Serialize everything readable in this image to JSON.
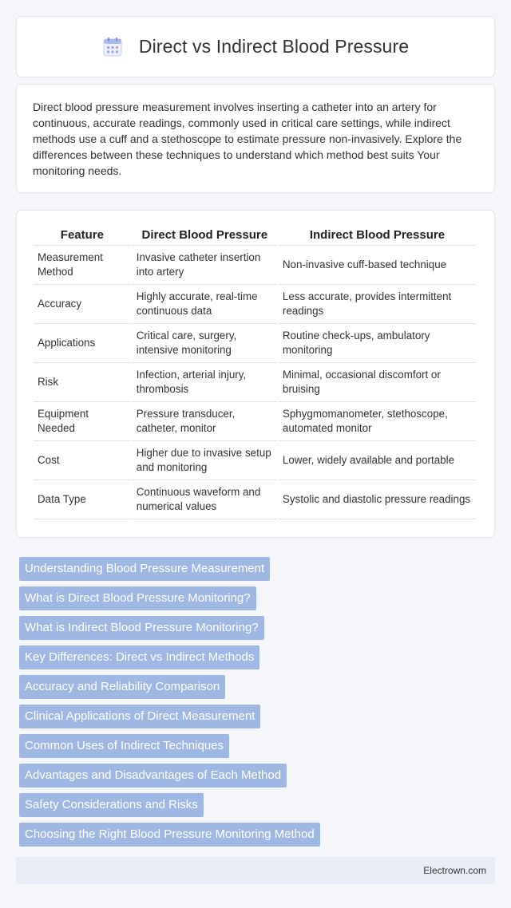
{
  "header": {
    "title": "Direct vs Indirect Blood Pressure",
    "icon": "calendar-grid-icon"
  },
  "intro": {
    "text": "Direct blood pressure measurement involves inserting a catheter into an artery for continuous, accurate readings, commonly used in critical care settings, while indirect methods use a cuff and a stethoscope to estimate pressure non-invasively. Explore the differences between these techniques to understand which method best suits Your monitoring needs."
  },
  "table": {
    "headers": [
      "Feature",
      "Direct Blood Pressure",
      "Indirect Blood Pressure"
    ],
    "rows": [
      [
        "Measurement Method",
        "Invasive catheter insertion into artery",
        "Non-invasive cuff-based technique"
      ],
      [
        "Accuracy",
        "Highly accurate, real-time continuous data",
        "Less accurate, provides intermittent readings"
      ],
      [
        "Applications",
        "Critical care, surgery, intensive monitoring",
        "Routine check-ups, ambulatory monitoring"
      ],
      [
        "Risk",
        "Infection, arterial injury, thrombosis",
        "Minimal, occasional discomfort or bruising"
      ],
      [
        "Equipment Needed",
        "Pressure transducer, catheter, monitor",
        "Sphygmomanometer, stethoscope, automated monitor"
      ],
      [
        "Cost",
        "Higher due to invasive setup and monitoring",
        "Lower, widely available and portable"
      ],
      [
        "Data Type",
        "Continuous waveform and numerical values",
        "Systolic and diastolic pressure readings"
      ]
    ]
  },
  "links": [
    "Understanding Blood Pressure Measurement",
    "What is Direct Blood Pressure Monitoring?",
    "What is Indirect Blood Pressure Monitoring?",
    "Key Differences: Direct vs Indirect Methods",
    "Accuracy and Reliability Comparison",
    "Clinical Applications of Direct Measurement",
    "Common Uses of Indirect Techniques",
    "Advantages and Disadvantages of Each Method",
    "Safety Considerations and Risks",
    "Choosing the Right Blood Pressure Monitoring Method"
  ],
  "footer": {
    "text": "Electrown.com"
  },
  "colors": {
    "link_bg": "#9fb8e3",
    "footer_bg": "#e8ecf7",
    "icon_accent": "#7e8fe0"
  }
}
